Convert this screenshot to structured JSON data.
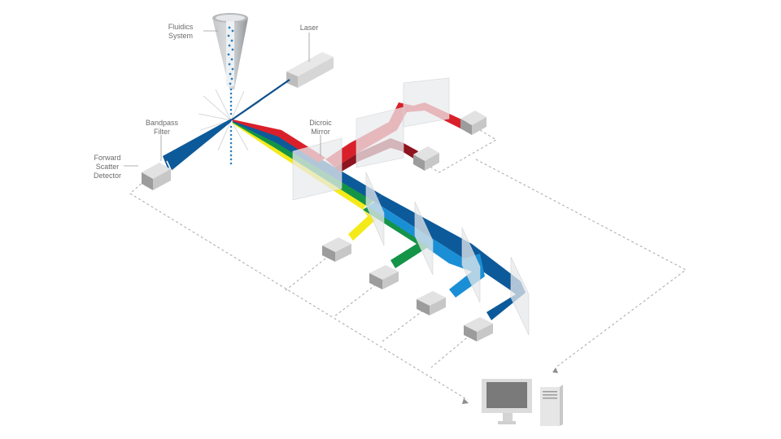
{
  "labels": {
    "fluidics": [
      "Fluidics",
      "System"
    ],
    "laser": [
      "Laser"
    ],
    "bandpass": [
      "Bandpass",
      "Filter"
    ],
    "forward_scatter": [
      "Forward",
      "Scatter",
      "Detector"
    ],
    "dichroic": [
      "Dicroic",
      "Mirror"
    ]
  },
  "colors": {
    "red": "#d9202a",
    "dark_red": "#8e1420",
    "yellow": "#f4ea1a",
    "green": "#149447",
    "light_blue": "#1a8fd6",
    "dark_blue": "#0d5a9a",
    "detector": "#c9c9c9",
    "dash": "#a8a8a8"
  },
  "detectors": [
    "forward-scatter",
    "red",
    "dark-red",
    "yellow",
    "green",
    "light-blue",
    "dark-blue"
  ]
}
